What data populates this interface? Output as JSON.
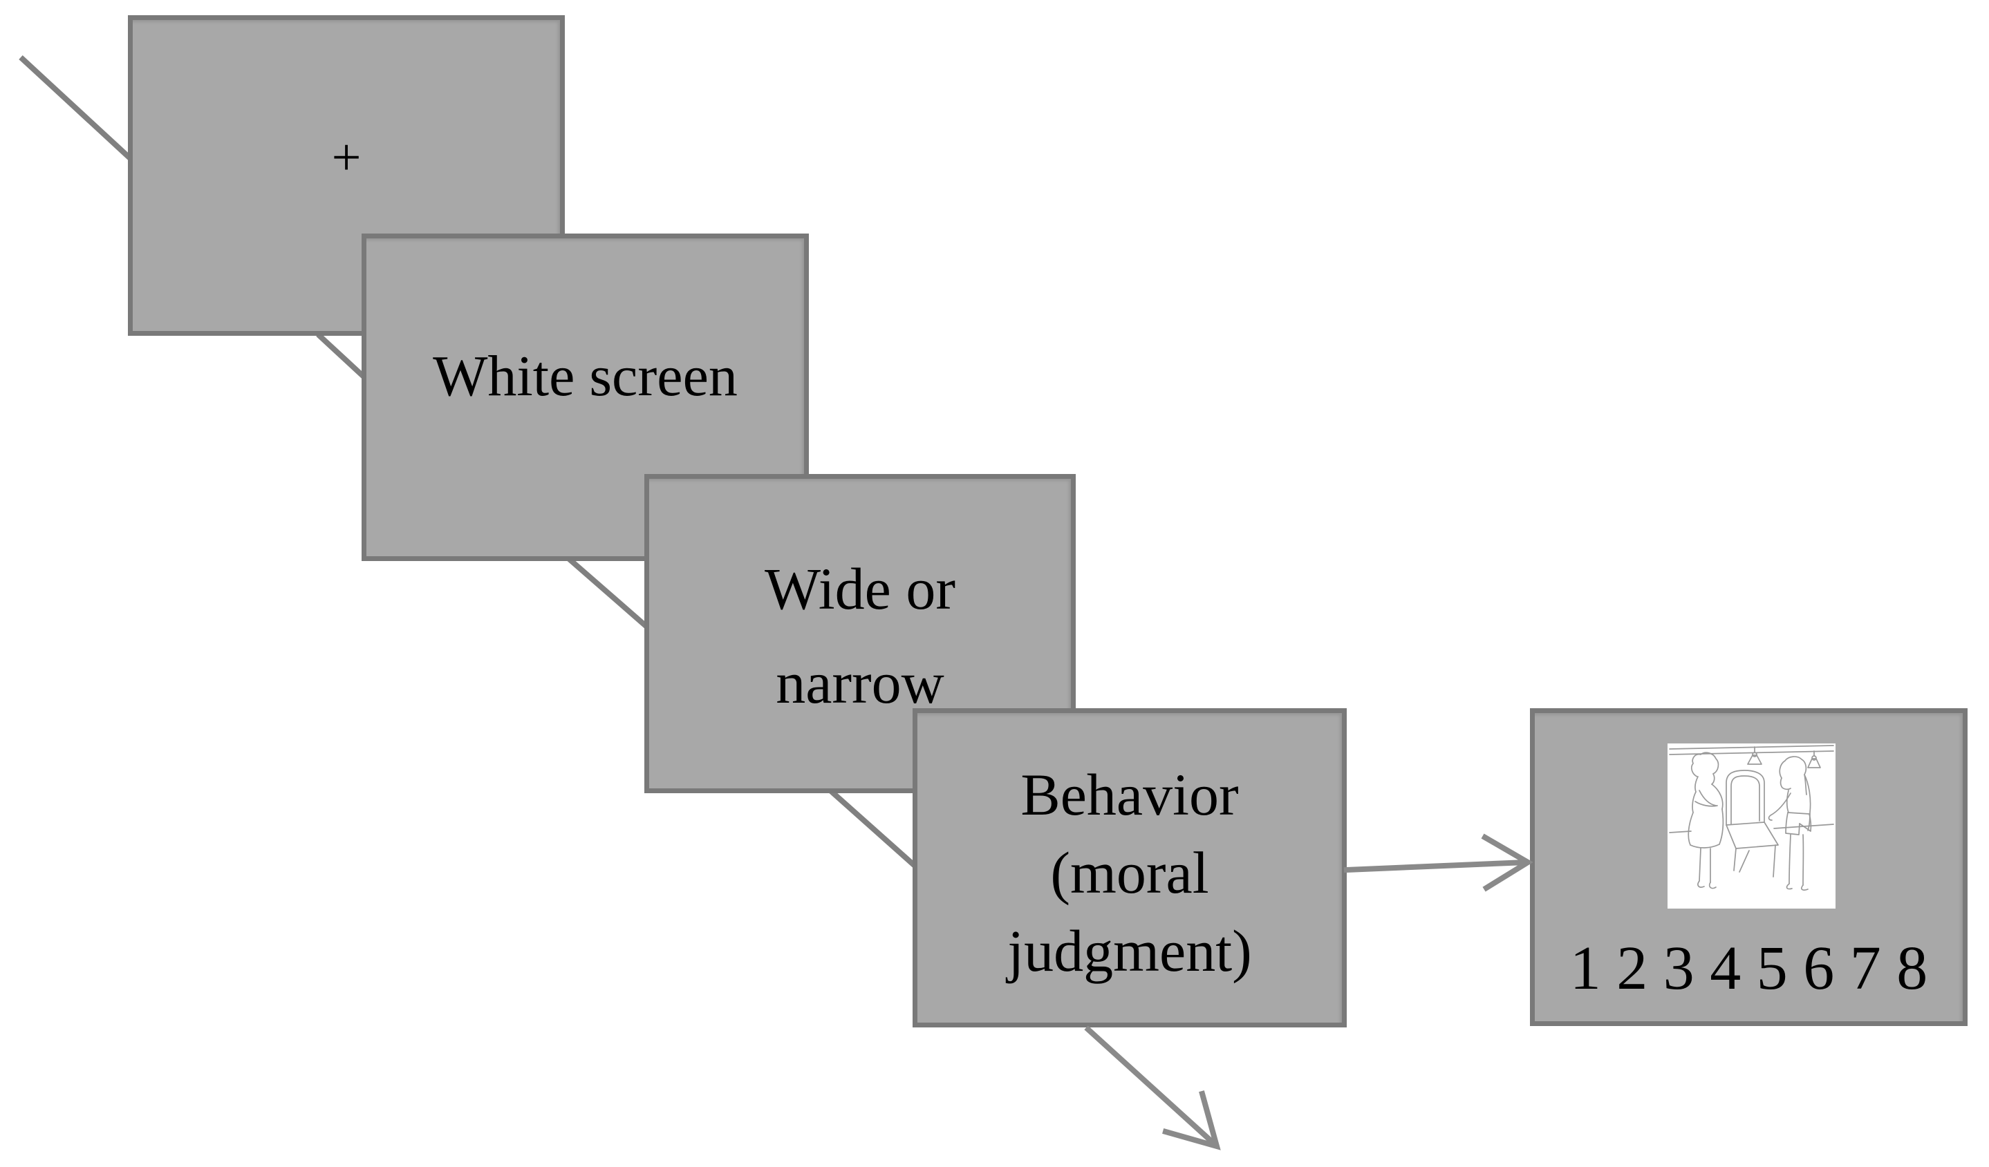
{
  "figure": {
    "type": "experimental-trial-sequence-diagram",
    "palette": {
      "canvas_background": "#ffffff",
      "screen_fill": "#a8a8a8",
      "screen_border": "#797979",
      "connector_line": "#808080",
      "arrow_line": "#8a8a8a",
      "text": "#000000",
      "stimulus_background": "#ffffff",
      "stimulus_stroke": "#8f8f8f"
    },
    "screens": {
      "fixation": {
        "label": "+"
      },
      "white_screen": {
        "label": "White screen"
      },
      "wide_narrow": {
        "line1": "Wide or",
        "line2": "narrow"
      },
      "behavior": {
        "line1": "Behavior",
        "line2": "(moral",
        "line3": "judgment)"
      },
      "rating": {
        "scale": "1 2 3 4 5 6 7 8",
        "image_name": "moral-scenario-line-drawing",
        "image_description": "sketch of two people standing beside a high-backed chair under two ceiling lamps"
      }
    }
  }
}
